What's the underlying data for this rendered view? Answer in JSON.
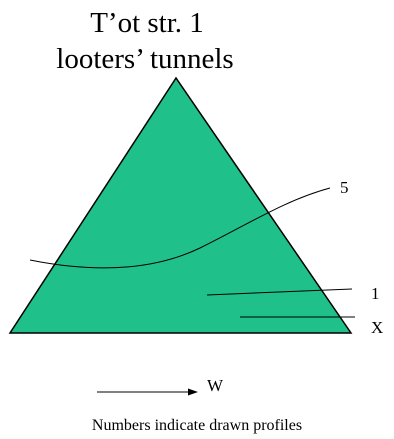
{
  "title": {
    "line1": "T’ot str. 1",
    "line2": "looters’ tunnels"
  },
  "tunnels": [
    {
      "label": "5"
    },
    {
      "label": "1"
    },
    {
      "label": "X"
    }
  ],
  "direction": {
    "label": "W"
  },
  "footer": {
    "note": "Numbers indicate drawn profiles"
  },
  "colors": {
    "structure_fill": "#20c08a",
    "outline": "#000000",
    "background": "#ffffff"
  }
}
